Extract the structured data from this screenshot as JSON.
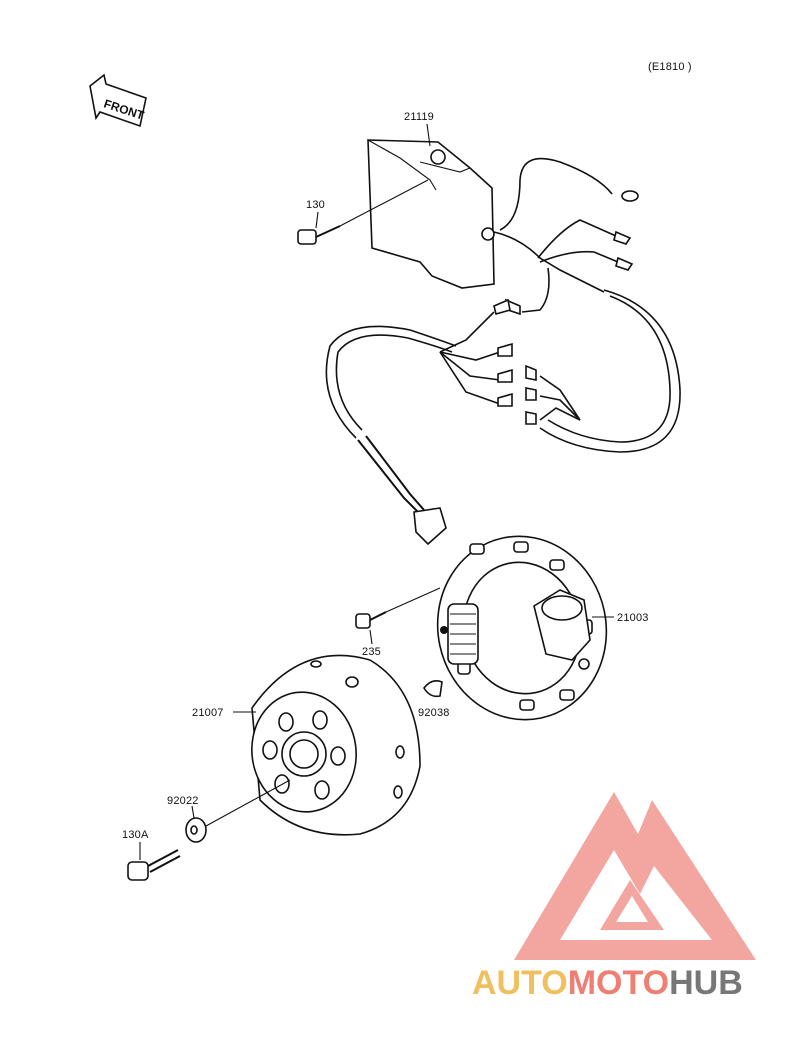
{
  "diagram": {
    "code": "(E1810 )",
    "front_label": "FRONT",
    "parts": {
      "cdi_unit": "21119",
      "bolt_cdi": "130",
      "stator": "21003",
      "stator_screw": "235",
      "woodruff_key": "92038",
      "flywheel": "21007",
      "washer": "92022",
      "flywheel_bolt": "130A"
    }
  },
  "watermark": {
    "part1": "AUTO",
    "part2": "MOTO",
    "part3": "HUB",
    "colors": {
      "auto": "#f0c060",
      "moto": "#ef7f73",
      "hub": "#777777",
      "logo": "#ee7b72"
    }
  }
}
